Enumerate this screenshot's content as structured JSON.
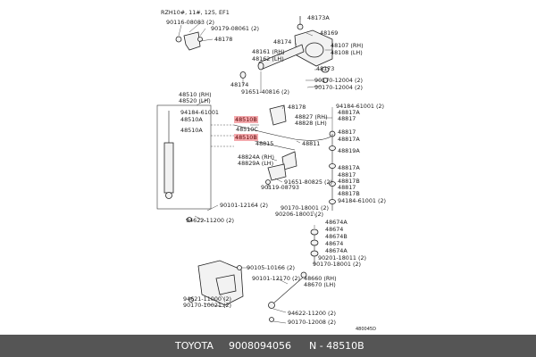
{
  "header_note": "RZH10#, 11#, 125, EF1",
  "corner_code": "480045D",
  "footer": {
    "brand": "TOYOTA",
    "number": "9008094056",
    "ref": "N - 48510B"
  },
  "highlight_color": "#f4a9ad",
  "labels": {
    "l01": "90116-08083 (2)",
    "l02": "90179-08061 (2)",
    "l03": "48178",
    "l04": "48173A",
    "l05": "48169",
    "l06": "48174",
    "l07": "48107 (RH)",
    "l08": "48108 (LH)",
    "l09": "48161 (RH)",
    "l10": "48162 (LH)",
    "l11": "48173",
    "l12": "90170-12004 (2)",
    "l13": "90170-12004 (2)",
    "l14": "48174",
    "l15": "91651-40816 (2)",
    "l16": "48510 (RH)",
    "l17": "48520 (LH)",
    "l18": "48178",
    "l19": "94184-61001 (2)",
    "l20": "94184-61001",
    "l21": "48817A",
    "l22": "48510A",
    "l23": "48510B",
    "l24": "48827 (RH)",
    "l25": "48828 (LH)",
    "l26": "48817",
    "l27": "48510C",
    "l28": "48510A",
    "l29": "48510B",
    "l30": "48817",
    "l31": "48817A",
    "l32": "48811",
    "l33": "48815",
    "l34": "48819A",
    "l35": "48824A (RH)",
    "l36": "48829A (LH)",
    "l37": "48817A",
    "l38": "91651-80825 (2)",
    "l39": "48817",
    "l40": "90119-08793",
    "l41": "48817B",
    "l42": "48817",
    "l43": "48817B",
    "l44": "94184-61001 (2)",
    "l45": "90101-12164 (2)",
    "l46": "90170-18001 (2)",
    "l47": "90206-18001 (2)",
    "l48": "94622-11200 (2)",
    "l49": "48674A",
    "l50": "48674",
    "l51": "48674B",
    "l52": "48674",
    "l53": "48674A",
    "l54": "90201-18011 (2)",
    "l55": "90170-18001 (2)",
    "l56": "90105-10166 (2)",
    "l57": "90101-12170 (2)",
    "l58": "48660 (RH)",
    "l59": "48670 (LH)",
    "l60": "94621-11000 (2)",
    "l61": "90170-10021 (2)",
    "l62": "94622-11200 (2)",
    "l63": "90170-12008 (2)"
  }
}
